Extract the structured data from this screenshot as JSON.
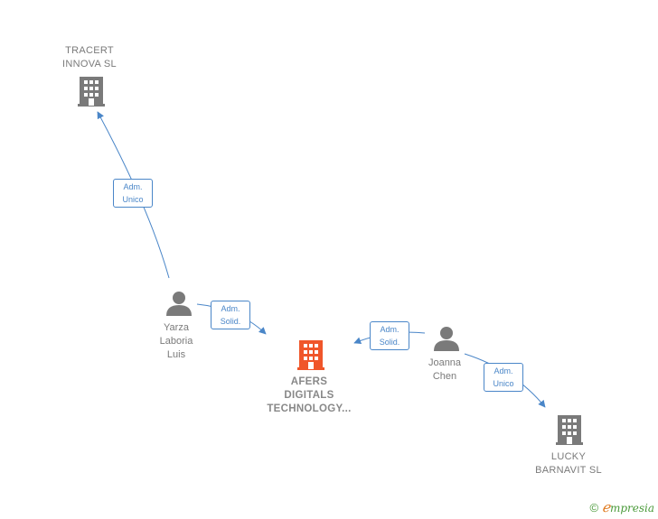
{
  "nodes": {
    "tracert": {
      "lines": [
        "TRACERT",
        "INNOVA  SL"
      ],
      "color": "#7a7a7a"
    },
    "afers": {
      "lines": [
        "AFERS",
        "DIGITALS",
        "TECHNOLOGY..."
      ],
      "color": "#f0562a"
    },
    "lucky": {
      "lines": [
        "LUCKY",
        "BARNAVIT  SL"
      ],
      "color": "#7a7a7a"
    },
    "yarza": {
      "lines": [
        "Yarza",
        "Laboria",
        "Luis"
      ],
      "color": "#7a7a7a"
    },
    "joanna": {
      "lines": [
        "Joanna",
        "Chen"
      ],
      "color": "#7a7a7a"
    }
  },
  "edges": {
    "yarza_tracert": {
      "lines": [
        "Adm.",
        "Unico"
      ]
    },
    "yarza_afers": {
      "lines": [
        "Adm.",
        "Solid."
      ]
    },
    "joanna_afers": {
      "lines": [
        "Adm.",
        "Solid."
      ]
    },
    "joanna_lucky": {
      "lines": [
        "Adm.",
        "Unico"
      ]
    }
  },
  "colors": {
    "edge": "#4a86c8",
    "person": "#7a7a7a",
    "main_company": "#f0562a"
  },
  "footer": {
    "copyright": "©",
    "brand_first": "ℯ",
    "brand_rest": "mpresia"
  }
}
